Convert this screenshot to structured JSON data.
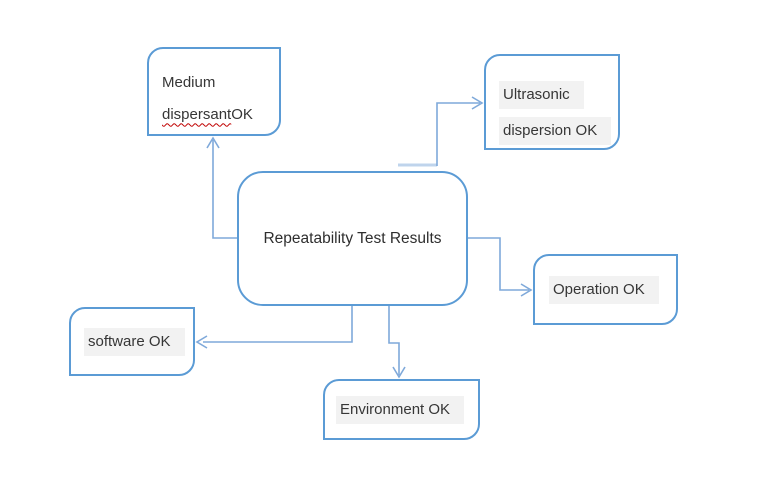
{
  "colors": {
    "shape_border": "#5B9BD5",
    "connector": "#7FA9DA",
    "connector_stub": "#BFD4EC",
    "text": "#363636",
    "text_highlight": "#F2F2F2",
    "spellcheck_underline": "#C00000",
    "background": "#FFFFFF"
  },
  "nodes": {
    "center": {
      "label": "Repeatability Test Results"
    },
    "medium": {
      "line1": "Medium",
      "line2_flagged": "dispersant",
      "line2_rest": " OK"
    },
    "ultrasonic": {
      "line1": "Ultrasonic",
      "line2": "dispersion OK"
    },
    "operation": {
      "label": "Operation OK"
    },
    "software": {
      "label": "software OK"
    },
    "environment": {
      "label": "Environment OK"
    }
  }
}
